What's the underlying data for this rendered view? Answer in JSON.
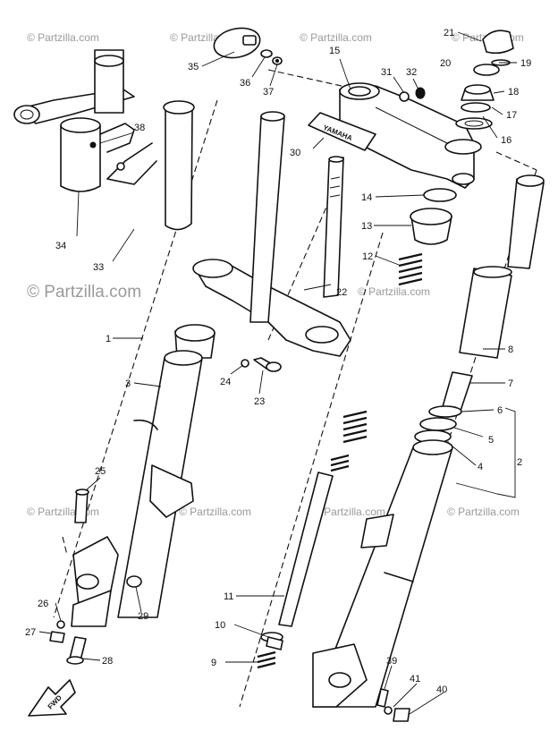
{
  "watermarks": {
    "large": "© Partzilla.com",
    "small": "© Partzilla.com"
  },
  "fwd_label": "FWD",
  "callouts": {
    "p1": "1",
    "p2": "2",
    "p3": "3",
    "p4": "4",
    "p5": "5",
    "p6": "6",
    "p7": "7",
    "p8": "8",
    "p9": "9",
    "p10": "10",
    "p11": "11",
    "p12": "12",
    "p13": "13",
    "p14": "14",
    "p15": "15",
    "p16": "16",
    "p17": "17",
    "p18": "18",
    "p19": "19",
    "p20": "20",
    "p21": "21",
    "p22": "22",
    "p23": "23",
    "p24": "24",
    "p25": "25",
    "p26": "26",
    "p27": "27",
    "p28": "28",
    "p29": "29",
    "p30": "30",
    "p31": "31",
    "p32": "32",
    "p33": "33",
    "p34": "34",
    "p35": "35",
    "p36": "36",
    "p37": "37",
    "p38": "38",
    "p39": "39",
    "p40": "40",
    "p41": "41"
  },
  "emblem_text": "YAMAHA"
}
